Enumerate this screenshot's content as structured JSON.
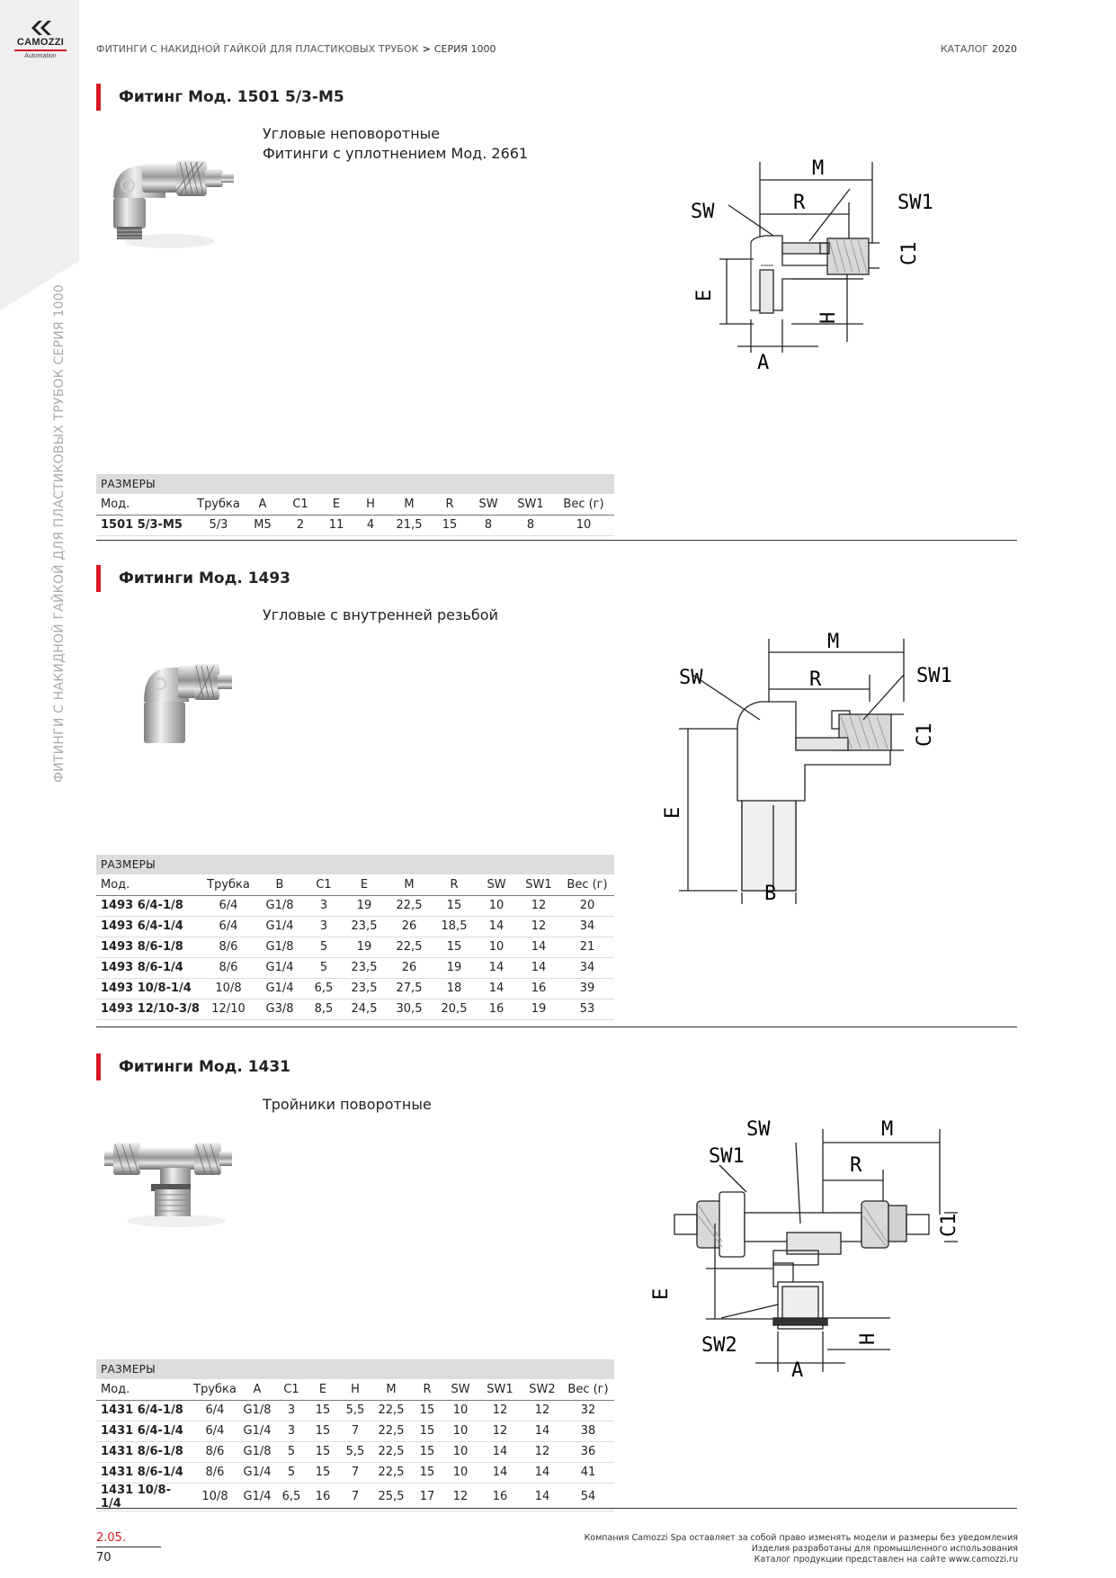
{
  "brand": {
    "name": "CAMOZZI",
    "sub": "Automation"
  },
  "header": {
    "section": "ФИТИНГИ С НАКИДНОЙ ГАЙКОЙ ДЛЯ ПЛАСТИКОВЫХ ТРУБОК",
    "separator": ">",
    "series": "СЕРИЯ 1000",
    "catalog": "КАТАЛОГ",
    "year": "2020"
  },
  "sidebar_vertical": "ФИТИНГИ С НАКИДНОЙ ГАЙКОЙ ДЛЯ ПЛАСТИКОВЫХ ТРУБОК СЕРИЯ 1000",
  "colors": {
    "accent": "#d71920",
    "band": "#dcdcdc",
    "strip": "#efefef"
  },
  "sections": [
    {
      "title": "Фитинг Мод. 1501 5/3-M5",
      "desc": [
        "Угловые неповоротные",
        "Фитинги с уплотнением Мод. 2661"
      ],
      "dims_label": "РАЗМЕРЫ",
      "columns": [
        "Мод.",
        "Трубка",
        "A",
        "C1",
        "E",
        "H",
        "M",
        "R",
        "SW",
        "SW1",
        "Вес (г)"
      ],
      "rows": [
        [
          "1501 5/3-M5",
          "5/3",
          "M5",
          "2",
          "11",
          "4",
          "21,5",
          "15",
          "8",
          "8",
          "10"
        ]
      ],
      "drawing_labels": {
        "m": "M",
        "r": "R",
        "sw": "SW",
        "sw1": "SW1",
        "c1": "C1",
        "e": "E",
        "h": "H",
        "a": "A"
      }
    },
    {
      "title": "Фитинги Мод. 1493",
      "desc": [
        "Угловые с внутренней резьбой"
      ],
      "dims_label": "РАЗМЕРЫ",
      "columns": [
        "Мод.",
        "Трубка",
        "B",
        "C1",
        "E",
        "M",
        "R",
        "SW",
        "SW1",
        "Вес (г)"
      ],
      "rows": [
        [
          "1493 6/4-1/8",
          "6/4",
          "G1/8",
          "3",
          "19",
          "22,5",
          "15",
          "10",
          "12",
          "20"
        ],
        [
          "1493 6/4-1/4",
          "6/4",
          "G1/4",
          "3",
          "23,5",
          "26",
          "18,5",
          "14",
          "12",
          "34"
        ],
        [
          "1493 8/6-1/8",
          "8/6",
          "G1/8",
          "5",
          "19",
          "22,5",
          "15",
          "10",
          "14",
          "21"
        ],
        [
          "1493 8/6-1/4",
          "8/6",
          "G1/4",
          "5",
          "23,5",
          "26",
          "19",
          "14",
          "14",
          "34"
        ],
        [
          "1493 10/8-1/4",
          "10/8",
          "G1/4",
          "6,5",
          "23,5",
          "27,5",
          "18",
          "14",
          "16",
          "39"
        ],
        [
          "1493 12/10-3/8",
          "12/10",
          "G3/8",
          "8,5",
          "24,5",
          "30,5",
          "20,5",
          "16",
          "19",
          "53"
        ]
      ],
      "drawing_labels": {
        "m": "M",
        "r": "R",
        "sw": "SW",
        "sw1": "SW1",
        "c1": "C1",
        "e": "E",
        "b": "B"
      }
    },
    {
      "title": "Фитинги Мод. 1431",
      "desc": [
        "Тройники поворотные"
      ],
      "dims_label": "РАЗМЕРЫ",
      "columns": [
        "Мод.",
        "Трубка",
        "A",
        "C1",
        "E",
        "H",
        "M",
        "R",
        "SW",
        "SW1",
        "SW2",
        "Вес (г)"
      ],
      "rows": [
        [
          "1431 6/4-1/8",
          "6/4",
          "G1/8",
          "3",
          "15",
          "5,5",
          "22,5",
          "15",
          "10",
          "12",
          "12",
          "32"
        ],
        [
          "1431 6/4-1/4",
          "6/4",
          "G1/4",
          "3",
          "15",
          "7",
          "22,5",
          "15",
          "10",
          "12",
          "14",
          "38"
        ],
        [
          "1431 8/6-1/8",
          "8/6",
          "G1/8",
          "5",
          "15",
          "5,5",
          "22,5",
          "15",
          "10",
          "14",
          "12",
          "36"
        ],
        [
          "1431 8/6-1/4",
          "8/6",
          "G1/4",
          "5",
          "15",
          "7",
          "22,5",
          "15",
          "10",
          "14",
          "14",
          "41"
        ],
        [
          "1431 10/8-1/4",
          "10/8",
          "G1/4",
          "6,5",
          "16",
          "7",
          "25,5",
          "17",
          "12",
          "16",
          "14",
          "54"
        ]
      ],
      "drawing_labels": {
        "m": "M",
        "r": "R",
        "sw": "SW",
        "sw1": "SW1",
        "sw2": "SW2",
        "c1": "C1",
        "e": "E",
        "h": "H",
        "a": "A"
      }
    }
  ],
  "footer": {
    "code": "2.05.",
    "page": "70",
    "notes": [
      "Компания Camozzi Spa оставляет за собой право изменять модели и размеры без уведомления",
      "Изделия разработаны для промышленного использования",
      "Каталог продукции представлен на сайте www.camozzi.ru"
    ]
  }
}
